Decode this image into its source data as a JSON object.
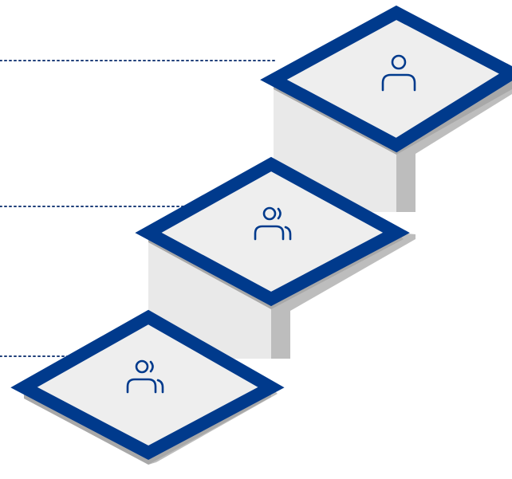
{
  "diagram": {
    "kind": "isometric-staircase",
    "colors": {
      "background": "#ffffff",
      "tile_fill": "#eeeeee",
      "tile_border": "#003a8c",
      "riser_face": "#e9e9e9",
      "side_shadow": "#c8c8c8",
      "drop_shadow": "#a8a8a8",
      "leader_line": "#1f3f7a",
      "icon_stroke": "#003a8c"
    },
    "steps": [
      {
        "level": "bottom",
        "icon": "users-icon"
      },
      {
        "level": "middle",
        "icon": "users-icon"
      },
      {
        "level": "top",
        "icon": "user-icon"
      }
    ]
  }
}
